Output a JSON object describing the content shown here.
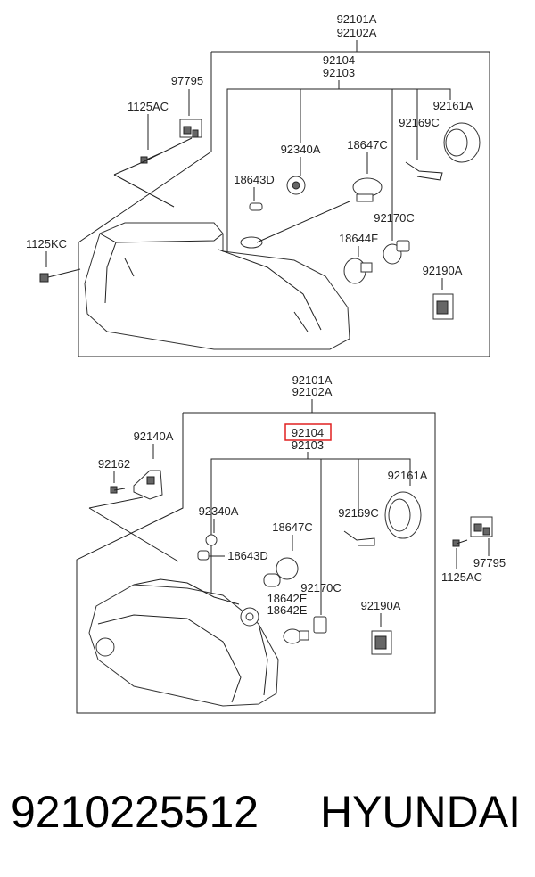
{
  "top_assembly": {
    "label_a": "92101A",
    "label_b": "92102A",
    "sub_a": "92104",
    "sub_b": "92103",
    "parts": {
      "p97795": "97795",
      "p1125AC": "1125AC",
      "p1125KC": "1125KC",
      "p92340A": "92340A",
      "p18647C": "18647C",
      "p18643D": "18643D",
      "p92169C": "92169C",
      "p92161A": "92161A",
      "p92170C": "92170C",
      "p18644F": "18644F",
      "p92190A": "92190A"
    }
  },
  "bottom_assembly": {
    "label_a": "92101A",
    "label_b": "92102A",
    "sub_a_highlighted": "92104",
    "sub_b": "92103",
    "highlight_color": "#e02020",
    "parts": {
      "p92140A": "92140A",
      "p92162": "92162",
      "p92161A": "92161A",
      "p92340A": "92340A",
      "p92169C": "92169C",
      "p18647C": "18647C",
      "p18643D": "18643D",
      "p92170C": "92170C",
      "p18642E": "18642E",
      "p18642F": "18642E",
      "p92190A": "92190A",
      "p97795": "97795",
      "p1125AC": "1125AC"
    }
  },
  "footer": {
    "part_number": "9210225512",
    "brand": "HYUNDAI"
  }
}
